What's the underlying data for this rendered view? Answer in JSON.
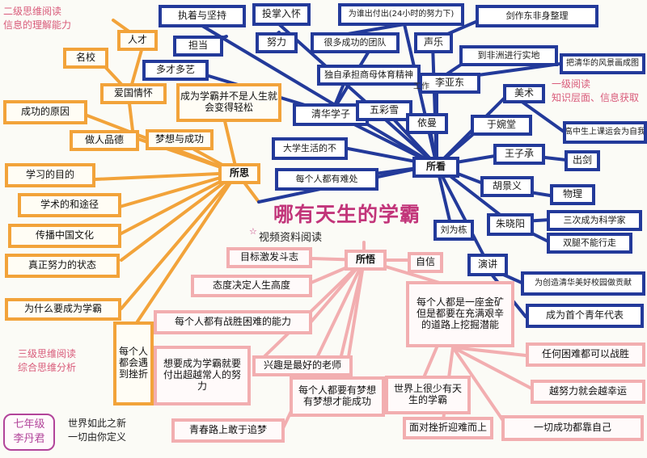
{
  "title": "哪有天生的学霸",
  "subtitle": "视频资料阅读",
  "notes": {
    "level2": [
      "二级思维阅读",
      "信息的理解能力"
    ],
    "level1": [
      "一级阅读",
      "知识层面、信息获取"
    ],
    "level3": [
      "三级思维阅读",
      "综合思维分析"
    ],
    "motto": [
      "世界如此之新",
      "一切由你定义"
    ]
  },
  "author": {
    "grade": "七年级",
    "name": "李丹君"
  },
  "orange": {
    "hub": "所思",
    "n1": "成为学霸并不是人生就会变得轻松",
    "n2": "梦想与成功",
    "n3": "做人品德",
    "n4": "爱国情怀",
    "n5": "名校",
    "n6": "人才",
    "n7": "成功的原因",
    "n8": "学习的目的",
    "n9": "学术的和途径",
    "n10": "传播中国文化",
    "n11": "真正努力的状态",
    "n12": "为什么要成为学霸",
    "n13": "每个人都会遇到挫折"
  },
  "blue": {
    "hub": "所看",
    "n1": "执着与坚持",
    "n2": "投掌入怀",
    "n3": "为谁出付出(24小时的努力下)",
    "n4": "担当",
    "n5": "努力",
    "n6": "多才多艺",
    "n7": "很多成功的团队",
    "n8": "独自承担商母体育精神",
    "n9": "清华学子",
    "n10": "声乐",
    "n11": "剑作东非身整理",
    "n12": "到非洲进行实地",
    "n13": "把清华的风景画成图",
    "n14": "李亚东",
    "n15": "工作",
    "n16": "美术",
    "n17": "大学生活的不",
    "n18": "五彩雪",
    "n19": "依曼",
    "n20": "于婉堂",
    "n21": "每个人都有难处",
    "n22": "王子承",
    "n23": "出剑",
    "n24": "高中生上课运会为自我",
    "n25": "胡景义",
    "n26": "物理",
    "n27": "朱晓阳",
    "n28": "三次成为科学家",
    "n29": "刘为栋",
    "n30": "双腿不能行走",
    "n31": "演讲",
    "n32": "为创造清华美好校园做贡献",
    "n33": "成为首个青年代表"
  },
  "pink": {
    "hub": "所悟",
    "n1": "目标激发斗志",
    "n2": "自信",
    "n3": "态度决定人生高度",
    "n4": "每个人都有战胜困难的能力",
    "n5": "每个人都是一座金矿但是都要在充满艰辛的道路上挖掘潜能",
    "n6": "想要成为学霸就要付出超越常人的努力",
    "n7": "兴趣是最好的老师",
    "n8": "每个人都要有梦想有梦想才能成功",
    "n9": "世界上很少有天生的学霸",
    "n10": "任何困难都可以战胜",
    "n11": "越努力就会越幸运",
    "n12": "青春路上敢于追梦",
    "n13": "面对挫折迎难而上",
    "n14": "一切成功都靠自己"
  }
}
